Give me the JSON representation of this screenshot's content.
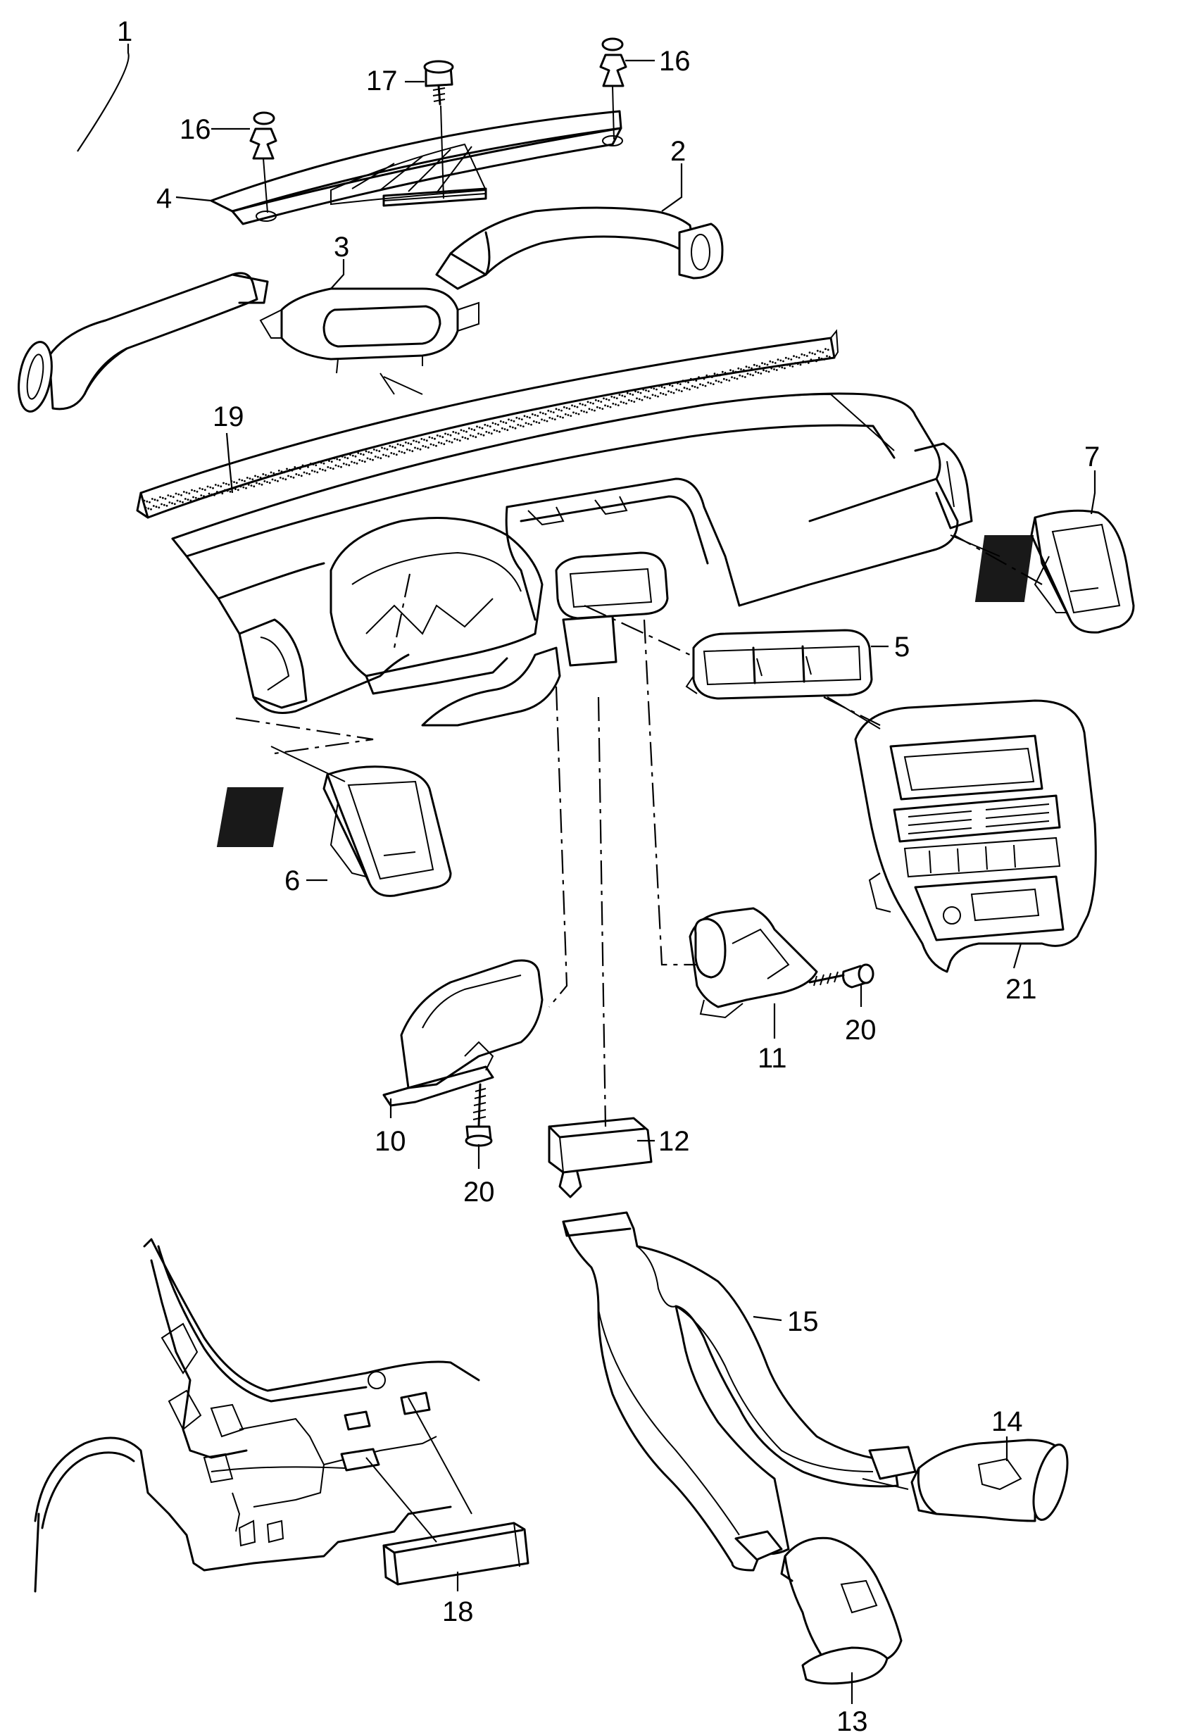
{
  "callouts": {
    "c1": "1",
    "c2": "2",
    "c3": "3",
    "c4": "4",
    "c5": "5",
    "c6": "6",
    "c7": "7",
    "c10": "10",
    "c11": "11",
    "c12": "12",
    "c13": "13",
    "c14": "14",
    "c15": "15",
    "c16a": "16",
    "c16b": "16",
    "c17": "17",
    "c18": "18",
    "c19": "19",
    "c20a": "20",
    "c20b": "20",
    "c21": "21"
  }
}
